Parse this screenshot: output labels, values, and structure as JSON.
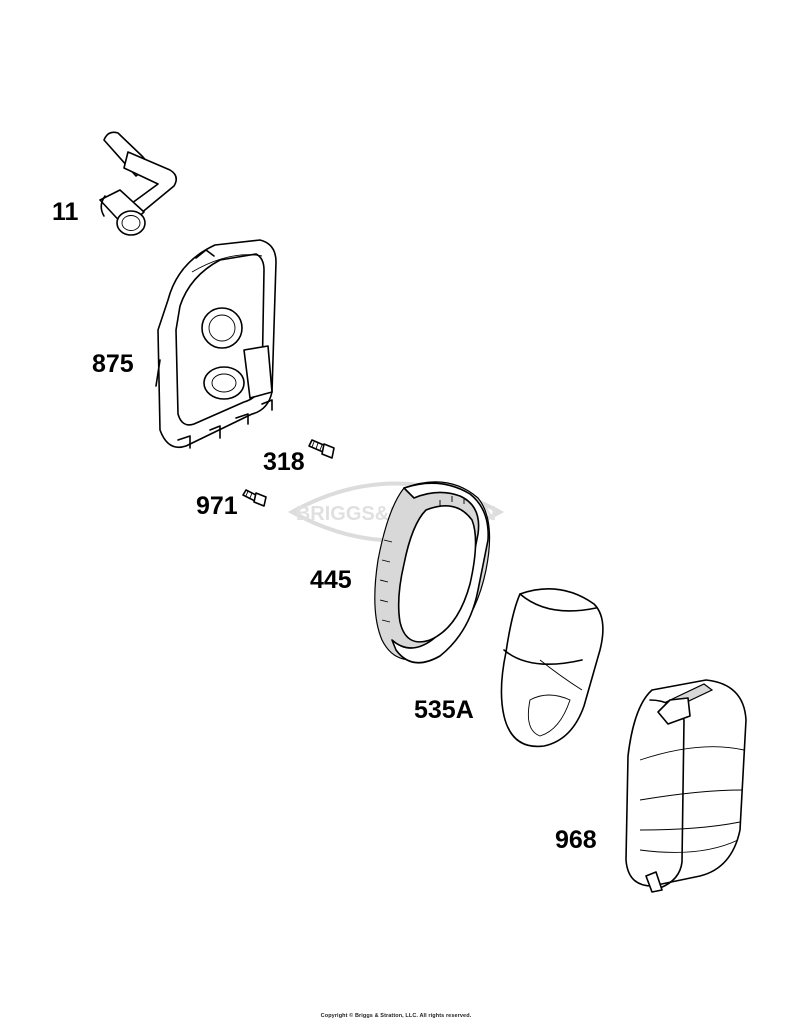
{
  "parts": [
    {
      "ref": "11",
      "icon": "breather-tube-icon"
    },
    {
      "ref": "875",
      "icon": "air-cleaner-base-icon"
    },
    {
      "ref": "318",
      "icon": "screw-icon"
    },
    {
      "ref": "971",
      "icon": "screw-icon"
    },
    {
      "ref": "445",
      "icon": "air-filter-cartridge-icon"
    },
    {
      "ref": "535A",
      "icon": "pre-cleaner-icon"
    },
    {
      "ref": "968",
      "icon": "air-cleaner-cover-icon"
    }
  ],
  "watermark": {
    "text": "BRIGGS&STRATTON"
  },
  "copyright": "Copyright © Briggs & Stratton, LLC. All rights reserved."
}
